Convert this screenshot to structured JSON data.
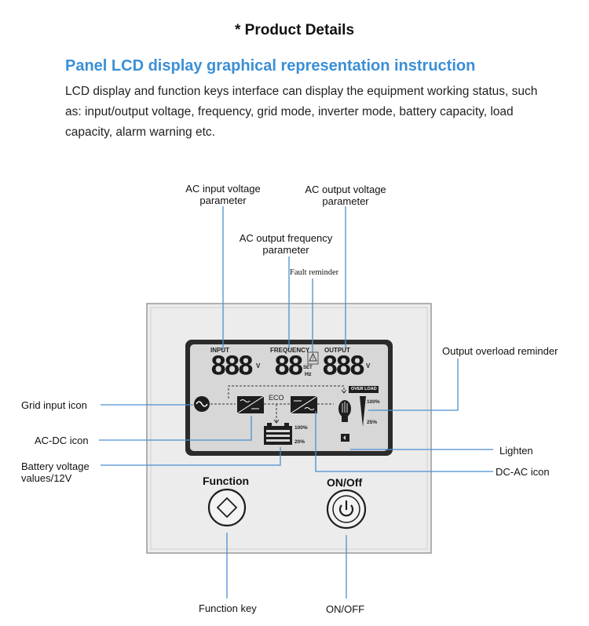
{
  "header": {
    "title": "* Product Details"
  },
  "section": {
    "heading": "Panel LCD display graphical representation instruction",
    "intro": "LCD display and function keys interface can display the equipment working status, such as: input/output voltage, frequency, grid mode, inverter mode, battery capacity, load capacity, alarm warning etc."
  },
  "callouts": {
    "ac_input_voltage": [
      "AC input voltage",
      "parameter"
    ],
    "ac_output_voltage": [
      "AC output voltage",
      "parameter"
    ],
    "ac_output_frequency": [
      "AC output frequency",
      "parameter"
    ],
    "fault_reminder": "Fault reminder",
    "output_overload": "Output overload reminder",
    "grid_input_icon": "Grid input icon",
    "ac_dc_icon": "AC-DC icon",
    "battery_voltage": [
      "Battery voltage",
      "values/12V"
    ],
    "lighten": "Lighten",
    "dc_ac_icon": "DC-AC icon",
    "function_key": "Function key",
    "on_off": "ON/OFF"
  },
  "lcd": {
    "input_label": "INPUT",
    "frequency_label": "FREQUENCY",
    "output_label": "OUTPUT",
    "input_digits": "888",
    "input_unit": "V",
    "freq_digits": "88",
    "set_label": "SET",
    "hz_label": "Hz",
    "output_digits": "888",
    "output_unit": "V",
    "eco_label": "ECO",
    "overload_label": "OVER LOAD",
    "load_high": "100%",
    "load_low": "25%",
    "batt_high": "100%",
    "batt_low": "20%"
  },
  "keys": {
    "function_label": "Function",
    "onoff_label": "ON/Off"
  },
  "colors": {
    "accent": "#3b8fd6",
    "callout_line": "#4a8fd0",
    "panel_bg": "#ececec",
    "lcd_bg": "#d7d7d7",
    "lcd_frame": "#2b2b2b"
  }
}
